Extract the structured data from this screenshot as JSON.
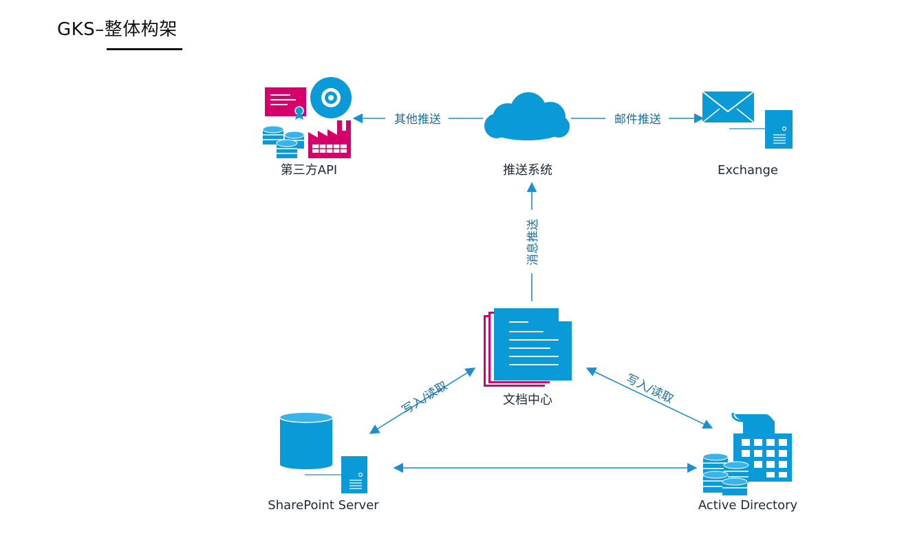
{
  "title": "GKS–整体构架",
  "colors": {
    "blue": "#0a9ad8",
    "magenta": "#d6006b",
    "line": "#1b8fcf"
  },
  "nodes": {
    "third_party": {
      "label": "第三方API",
      "icons": [
        "certificate-icon",
        "disc-icon",
        "database-icon",
        "factory-icon"
      ]
    },
    "push_system": {
      "label": "推送系统",
      "icon": "cloud-icon"
    },
    "exchange": {
      "label": "Exchange",
      "icons": [
        "mail-icon",
        "server-icon"
      ]
    },
    "doc_center": {
      "label": "文档中心",
      "icon": "document-stack-icon"
    },
    "sharepoint": {
      "label": "SharePoint Server",
      "icons": [
        "database-cylinder-icon",
        "server-icon"
      ]
    },
    "active_directory": {
      "label": "Active Directory",
      "icons": [
        "scroll-icon",
        "calculator-icon",
        "database-icon"
      ]
    }
  },
  "edges": {
    "other_push": "其他推送",
    "mail_push": "邮件推送",
    "message_push": "消息推送",
    "write_read_left": "写入/读取",
    "write_read_right": "写入/读取"
  }
}
